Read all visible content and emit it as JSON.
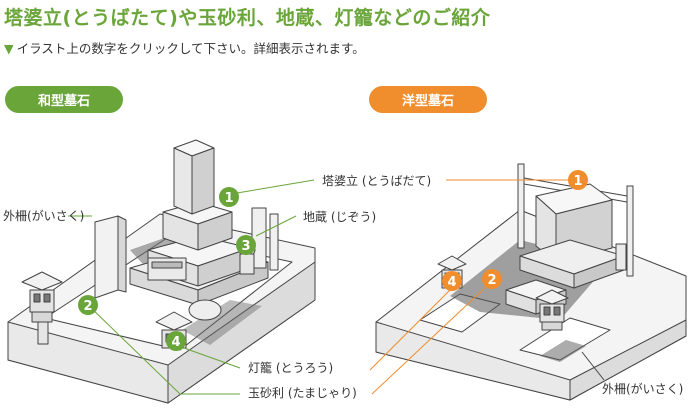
{
  "title": "塔婆立(とうばたて)や玉砂利、地蔵、灯籠などのご紹介",
  "instruction": "イラスト上の数字をクリックして下さい。詳細表示されます。",
  "instruction_icon": "triangle-down-icon",
  "colors": {
    "green": "#6aa53a",
    "orange": "#f08d2d"
  },
  "japanese_grave": {
    "tab_label": "和型墓石",
    "labels": {
      "outer_fence": "外柵(がいさく)",
      "jizo": "地蔵 (じぞう)",
      "toro": "灯籠 (とうろう)",
      "tamajari": "玉砂利 (たまじゃり)"
    },
    "markers": [
      "1",
      "2",
      "3",
      "4"
    ]
  },
  "western_grave": {
    "tab_label": "洋型墓石",
    "labels": {
      "tobatate": "塔婆立 (とうばだて)",
      "outer_fence": "外柵(がいさく)"
    },
    "markers": [
      "1",
      "2",
      "4"
    ]
  }
}
